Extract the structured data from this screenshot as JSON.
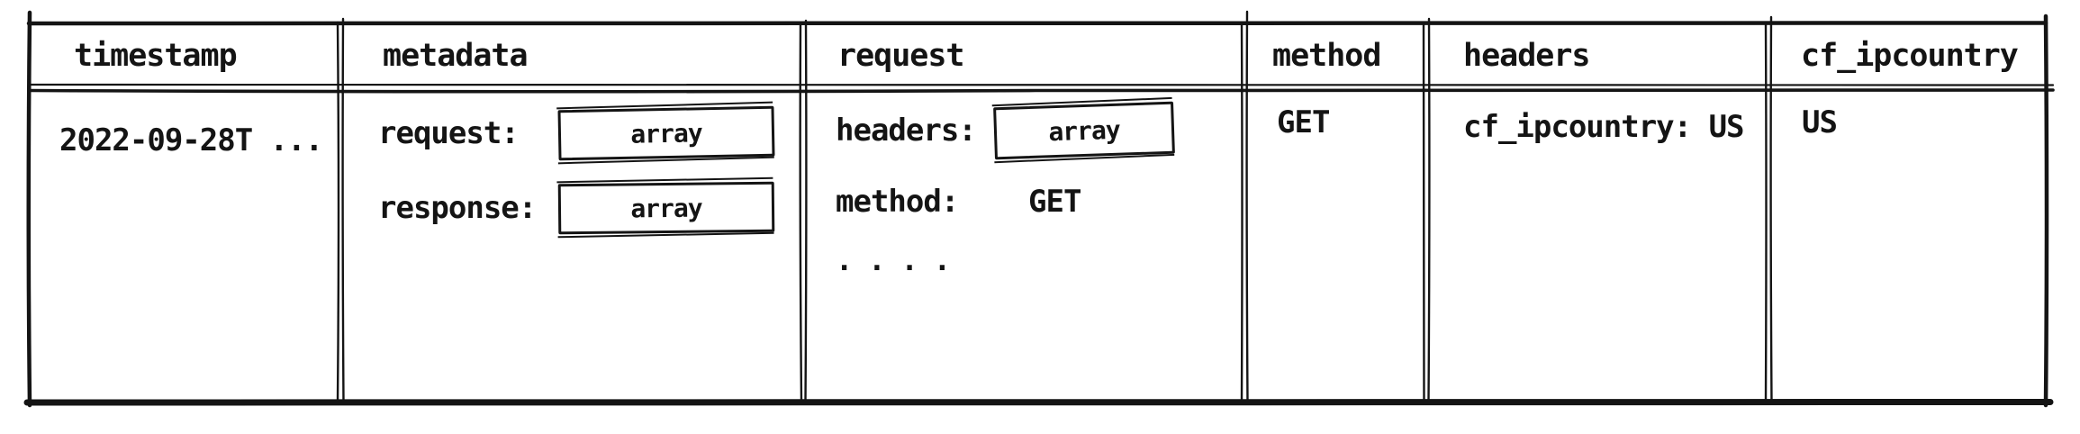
{
  "colors": {
    "ink": "#141414",
    "paper": "#ffffff"
  },
  "table": {
    "columns": [
      {
        "label": "timestamp"
      },
      {
        "label": "metadata"
      },
      {
        "label": "request"
      },
      {
        "label": "method"
      },
      {
        "label": "headers"
      },
      {
        "label": "cf_ipcountry"
      }
    ],
    "row": {
      "timestamp": "2022-09-28T ...",
      "metadata": {
        "fields": [
          {
            "key": "request:",
            "value_type": "array"
          },
          {
            "key": "response:",
            "value_type": "array"
          }
        ]
      },
      "request": {
        "fields": [
          {
            "key": "headers:",
            "value_type": "array"
          },
          {
            "key": "method:",
            "value": "GET"
          }
        ],
        "more_indicator": "...."
      },
      "method": "GET",
      "headers": "cf_ipcountry: US",
      "cf_ipcountry": "US"
    }
  }
}
